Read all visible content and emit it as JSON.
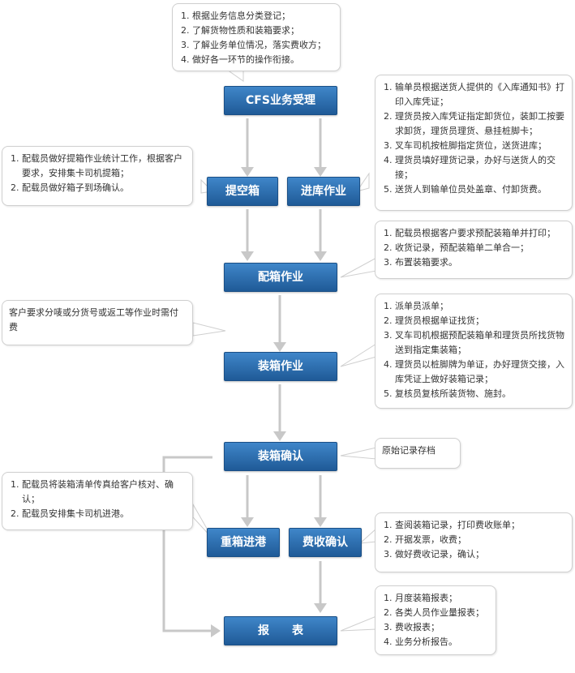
{
  "nodes": {
    "cfs": "CFS业务受理",
    "empty": "提空箱",
    "warehouse": "进库作业",
    "allocate": "配箱作业",
    "load": "装箱作业",
    "confirm": "装箱确认",
    "heavy": "重箱进港",
    "fee": "费收确认",
    "report": "报　　表"
  },
  "notes": {
    "cfs": [
      "根据业务信息分类登记；",
      "了解货物性质和装箱要求；",
      "了解业务单位情况，落实费收方；",
      "做好各一环节的操作衔接。"
    ],
    "warehouse": [
      "输单员根据送货人提供的《入库通知书》打印入库凭证；",
      "理货员按入库凭证指定卸货位，装卸工按要求卸货，理货员理货、悬挂桩脚卡；",
      "叉车司机按桩脚指定货位，送货进库；",
      "理货员填好理货记录，办好与送货人的交接；",
      "送货人到输单位员处盖章、付卸货费。"
    ],
    "empty": [
      "配载员做好提箱作业统计工作，根据客户要求，安排集卡司机提箱；",
      "配载员做好箱子到场确认。"
    ],
    "allocate": [
      "配载员根据客户要求预配装箱单并打印；",
      "收货记录，预配装箱单二单合一；",
      "布置装箱要求。"
    ],
    "customer": "客户要求分唛或分货号或返工等作业时需付费",
    "load": [
      "派单员派单；",
      "理货员根据单证找货；",
      "叉车司机根据预配装箱单和理货员所找货物送到指定集装箱；",
      "理货员以桩脚牌为单证，办好理货交接，入库凭证上做好装箱记录；",
      "复核员复核所装货物、施封。"
    ],
    "confirm": "原始记录存档",
    "heavy": [
      "配载员将装箱清单传真给客户核对、确认；",
      "配载员安排集卡司机进港。"
    ],
    "fee": [
      "查阅装箱记录，打印费收账单；",
      "开据发票，收费；",
      "做好费收记录，确认；"
    ],
    "report": [
      "月度装箱报表；",
      "各类人员作业量报表；",
      "费收报表；",
      "业务分析报告。"
    ]
  },
  "colors": {
    "node": "#2a6db0",
    "arrow": "#c8c8c8",
    "bubble_border": "#cfcfcf"
  }
}
